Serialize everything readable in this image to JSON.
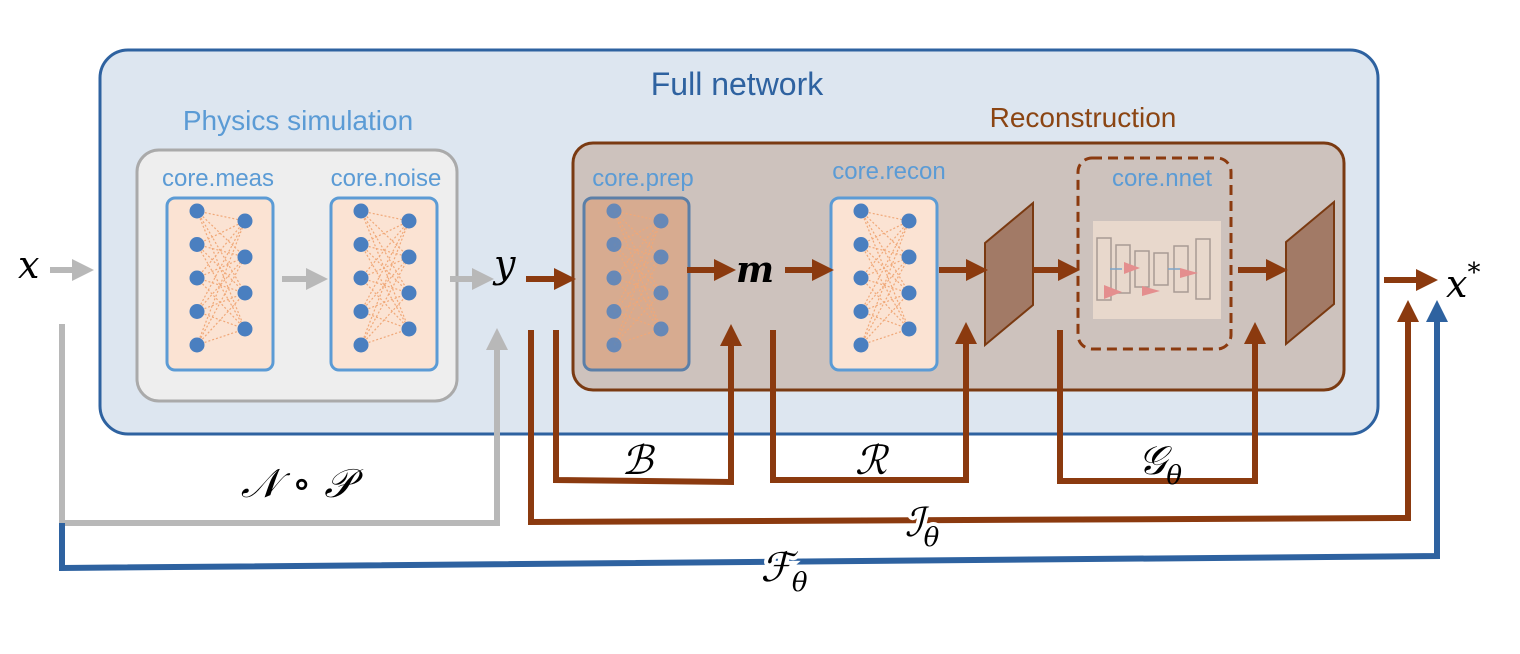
{
  "titles": {
    "full_network": "Full network",
    "physics_simulation": "Physics simulation",
    "reconstruction": "Reconstruction"
  },
  "modules": {
    "meas": "core.meas",
    "noise": "core.noise",
    "prep": "core.prep",
    "recon": "core.recon",
    "nnet": "core.nnet"
  },
  "variables": {
    "x": "x",
    "y": "y",
    "m": "m",
    "x_star_base": "x",
    "x_star_sup": "*"
  },
  "operators": {
    "noise_physics": "𝒩 ∘ 𝒫",
    "B": "ℬ",
    "R": "ℛ",
    "G_base": "𝒢",
    "G_sub": "θ",
    "I_base": "ℐ",
    "I_sub": "θ",
    "F_base": "ℱ",
    "F_sub": "θ"
  },
  "colors": {
    "full_network_fill": "#dde6f0",
    "full_network_border": "#2e62a0",
    "physics_fill": "#eeeeee",
    "physics_border": "#aaaaaa",
    "physics_label": "#5b9bd5",
    "recon_fill": "#cdc2bd",
    "recon_border": "#7a3a12",
    "recon_label": "#8b4513",
    "arrow_gray": "#b8b8b8",
    "arrow_brown": "#8b3a0f",
    "arrow_blue": "#2e62a0",
    "node_blue": "#4a7fc0",
    "layer_fill": "#fbe3d3"
  }
}
